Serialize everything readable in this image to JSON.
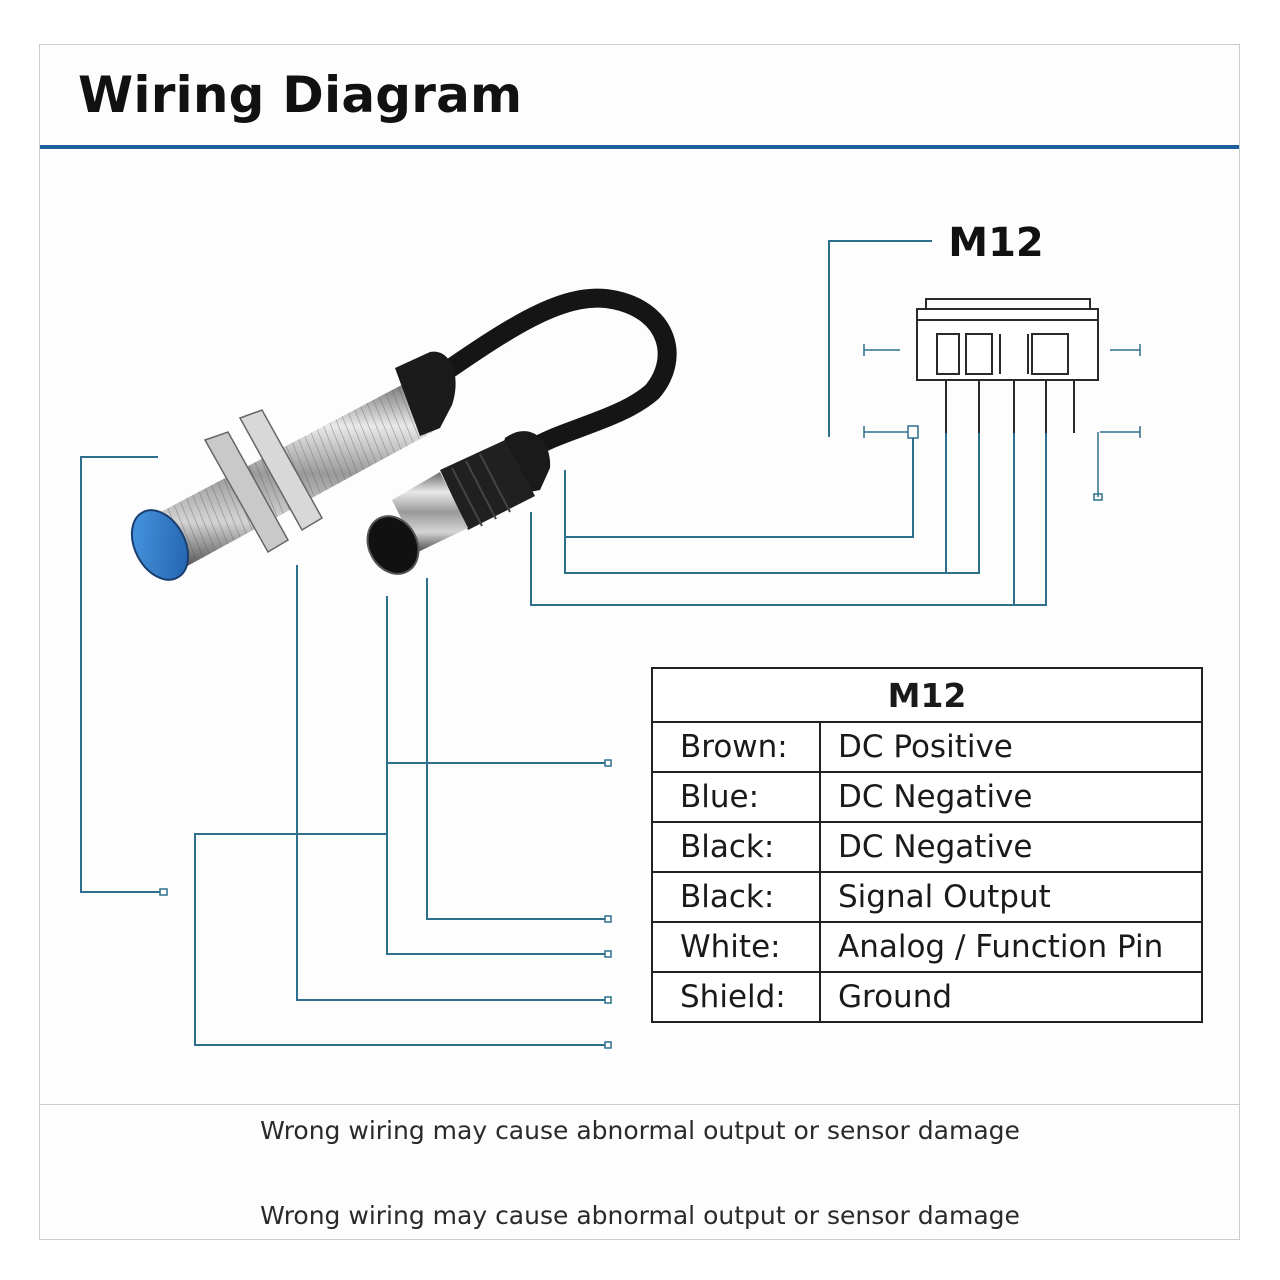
{
  "title": "Wiring Diagram",
  "connector_label": "M12",
  "table": {
    "header": "M12",
    "rows": [
      {
        "wire": "Brown:",
        "function": "DC Positive"
      },
      {
        "wire": "Blue:",
        "function": "DC Negative"
      },
      {
        "wire": "Black:",
        "function": "DC Negative"
      },
      {
        "wire": "Black:",
        "function": "Signal Output"
      },
      {
        "wire": "White:",
        "function": "Analog / Function Pin"
      },
      {
        "wire": "Shield:",
        "function": "Ground"
      }
    ]
  },
  "warnings": [
    "Wrong wiring may cause abnormal output or sensor damage",
    "Wrong wiring may cause abnormal output or sensor damage"
  ],
  "colors": {
    "title_rule": "#1f5f9e",
    "wire_lines": "#2d6f8c",
    "sensor_face": "#2a74c4",
    "cable": "#151515"
  }
}
